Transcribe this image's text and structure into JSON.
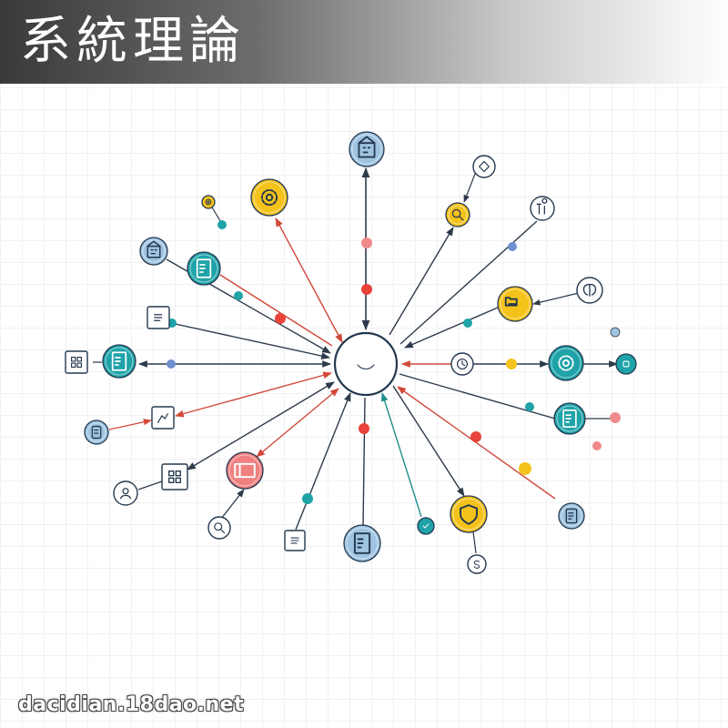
{
  "header": {
    "title": "系統理論"
  },
  "footer": {
    "watermark": "dacidian.18dao.net"
  },
  "colors": {
    "blue": "#9fc4e1",
    "teal": "#1fa3a8",
    "yellow": "#f4c21a",
    "red": "#f08080",
    "white": "#ffffff",
    "dark_edge": "#2d3a4a",
    "red_edge": "#d2483a",
    "teal_edge": "#1f8f8c",
    "dot_red": "#e8443a",
    "dot_teal": "#1fa3a8",
    "dot_pink": "#f08a8a",
    "dot_yellow": "#f4c21a",
    "dot_blue": "#6e8fd0"
  },
  "diagram": {
    "center": {
      "name": "system-center-node",
      "icon": "smile-icon"
    },
    "nodes": [
      {
        "name": "building-node",
        "icon": "building-icon",
        "style": "blue"
      },
      {
        "name": "diamond-node",
        "icon": "diamond-icon",
        "style": "white"
      },
      {
        "name": "search-node",
        "icon": "search-icon",
        "style": "yellow"
      },
      {
        "name": "tools-node",
        "icon": "tools-icon",
        "style": "white"
      },
      {
        "name": "gear-node",
        "icon": "gear-icon",
        "style": "yellow"
      },
      {
        "name": "small-gear-node",
        "icon": "gear-icon",
        "style": "yellow"
      },
      {
        "name": "factory-node",
        "icon": "factory-icon",
        "style": "blue"
      },
      {
        "name": "document-node",
        "icon": "document-icon",
        "style": "teal"
      },
      {
        "name": "checklist-node",
        "icon": "checklist-icon",
        "style": "white"
      },
      {
        "name": "network-node",
        "icon": "network-icon",
        "style": "white"
      },
      {
        "name": "file-node",
        "icon": "file-icon",
        "style": "teal"
      },
      {
        "name": "chart-node",
        "icon": "chart-icon",
        "style": "white"
      },
      {
        "name": "tablet-node",
        "icon": "tablet-icon",
        "style": "blue"
      },
      {
        "name": "brain-node",
        "icon": "brain-icon",
        "style": "white"
      },
      {
        "name": "folder-node",
        "icon": "folder-icon",
        "style": "yellow"
      },
      {
        "name": "clock-node",
        "icon": "clock-icon",
        "style": "white"
      },
      {
        "name": "circle-gear-node",
        "icon": "gear-icon",
        "style": "teal"
      },
      {
        "name": "ring-node",
        "icon": "ring-icon",
        "style": "teal"
      },
      {
        "name": "report-node",
        "icon": "report-icon",
        "style": "teal"
      },
      {
        "name": "clipboard-node",
        "icon": "clipboard-icon",
        "style": "blue"
      },
      {
        "name": "grid-node",
        "icon": "grid-icon",
        "style": "white"
      },
      {
        "name": "user-node",
        "icon": "user-icon",
        "style": "white"
      },
      {
        "name": "card-node",
        "icon": "card-icon",
        "style": "red"
      },
      {
        "name": "magnifier-node",
        "icon": "search-icon",
        "style": "white"
      },
      {
        "name": "list-node",
        "icon": "list-icon",
        "style": "white"
      },
      {
        "name": "page-node",
        "icon": "page-icon",
        "style": "blue"
      },
      {
        "name": "check-node",
        "icon": "check-icon",
        "style": "teal"
      },
      {
        "name": "shield-node",
        "icon": "shield-icon",
        "style": "yellow"
      },
      {
        "name": "dollar-node",
        "icon": "dollar-icon",
        "style": "white"
      },
      {
        "name": "server-node",
        "icon": "server-icon",
        "style": "blue"
      }
    ]
  }
}
